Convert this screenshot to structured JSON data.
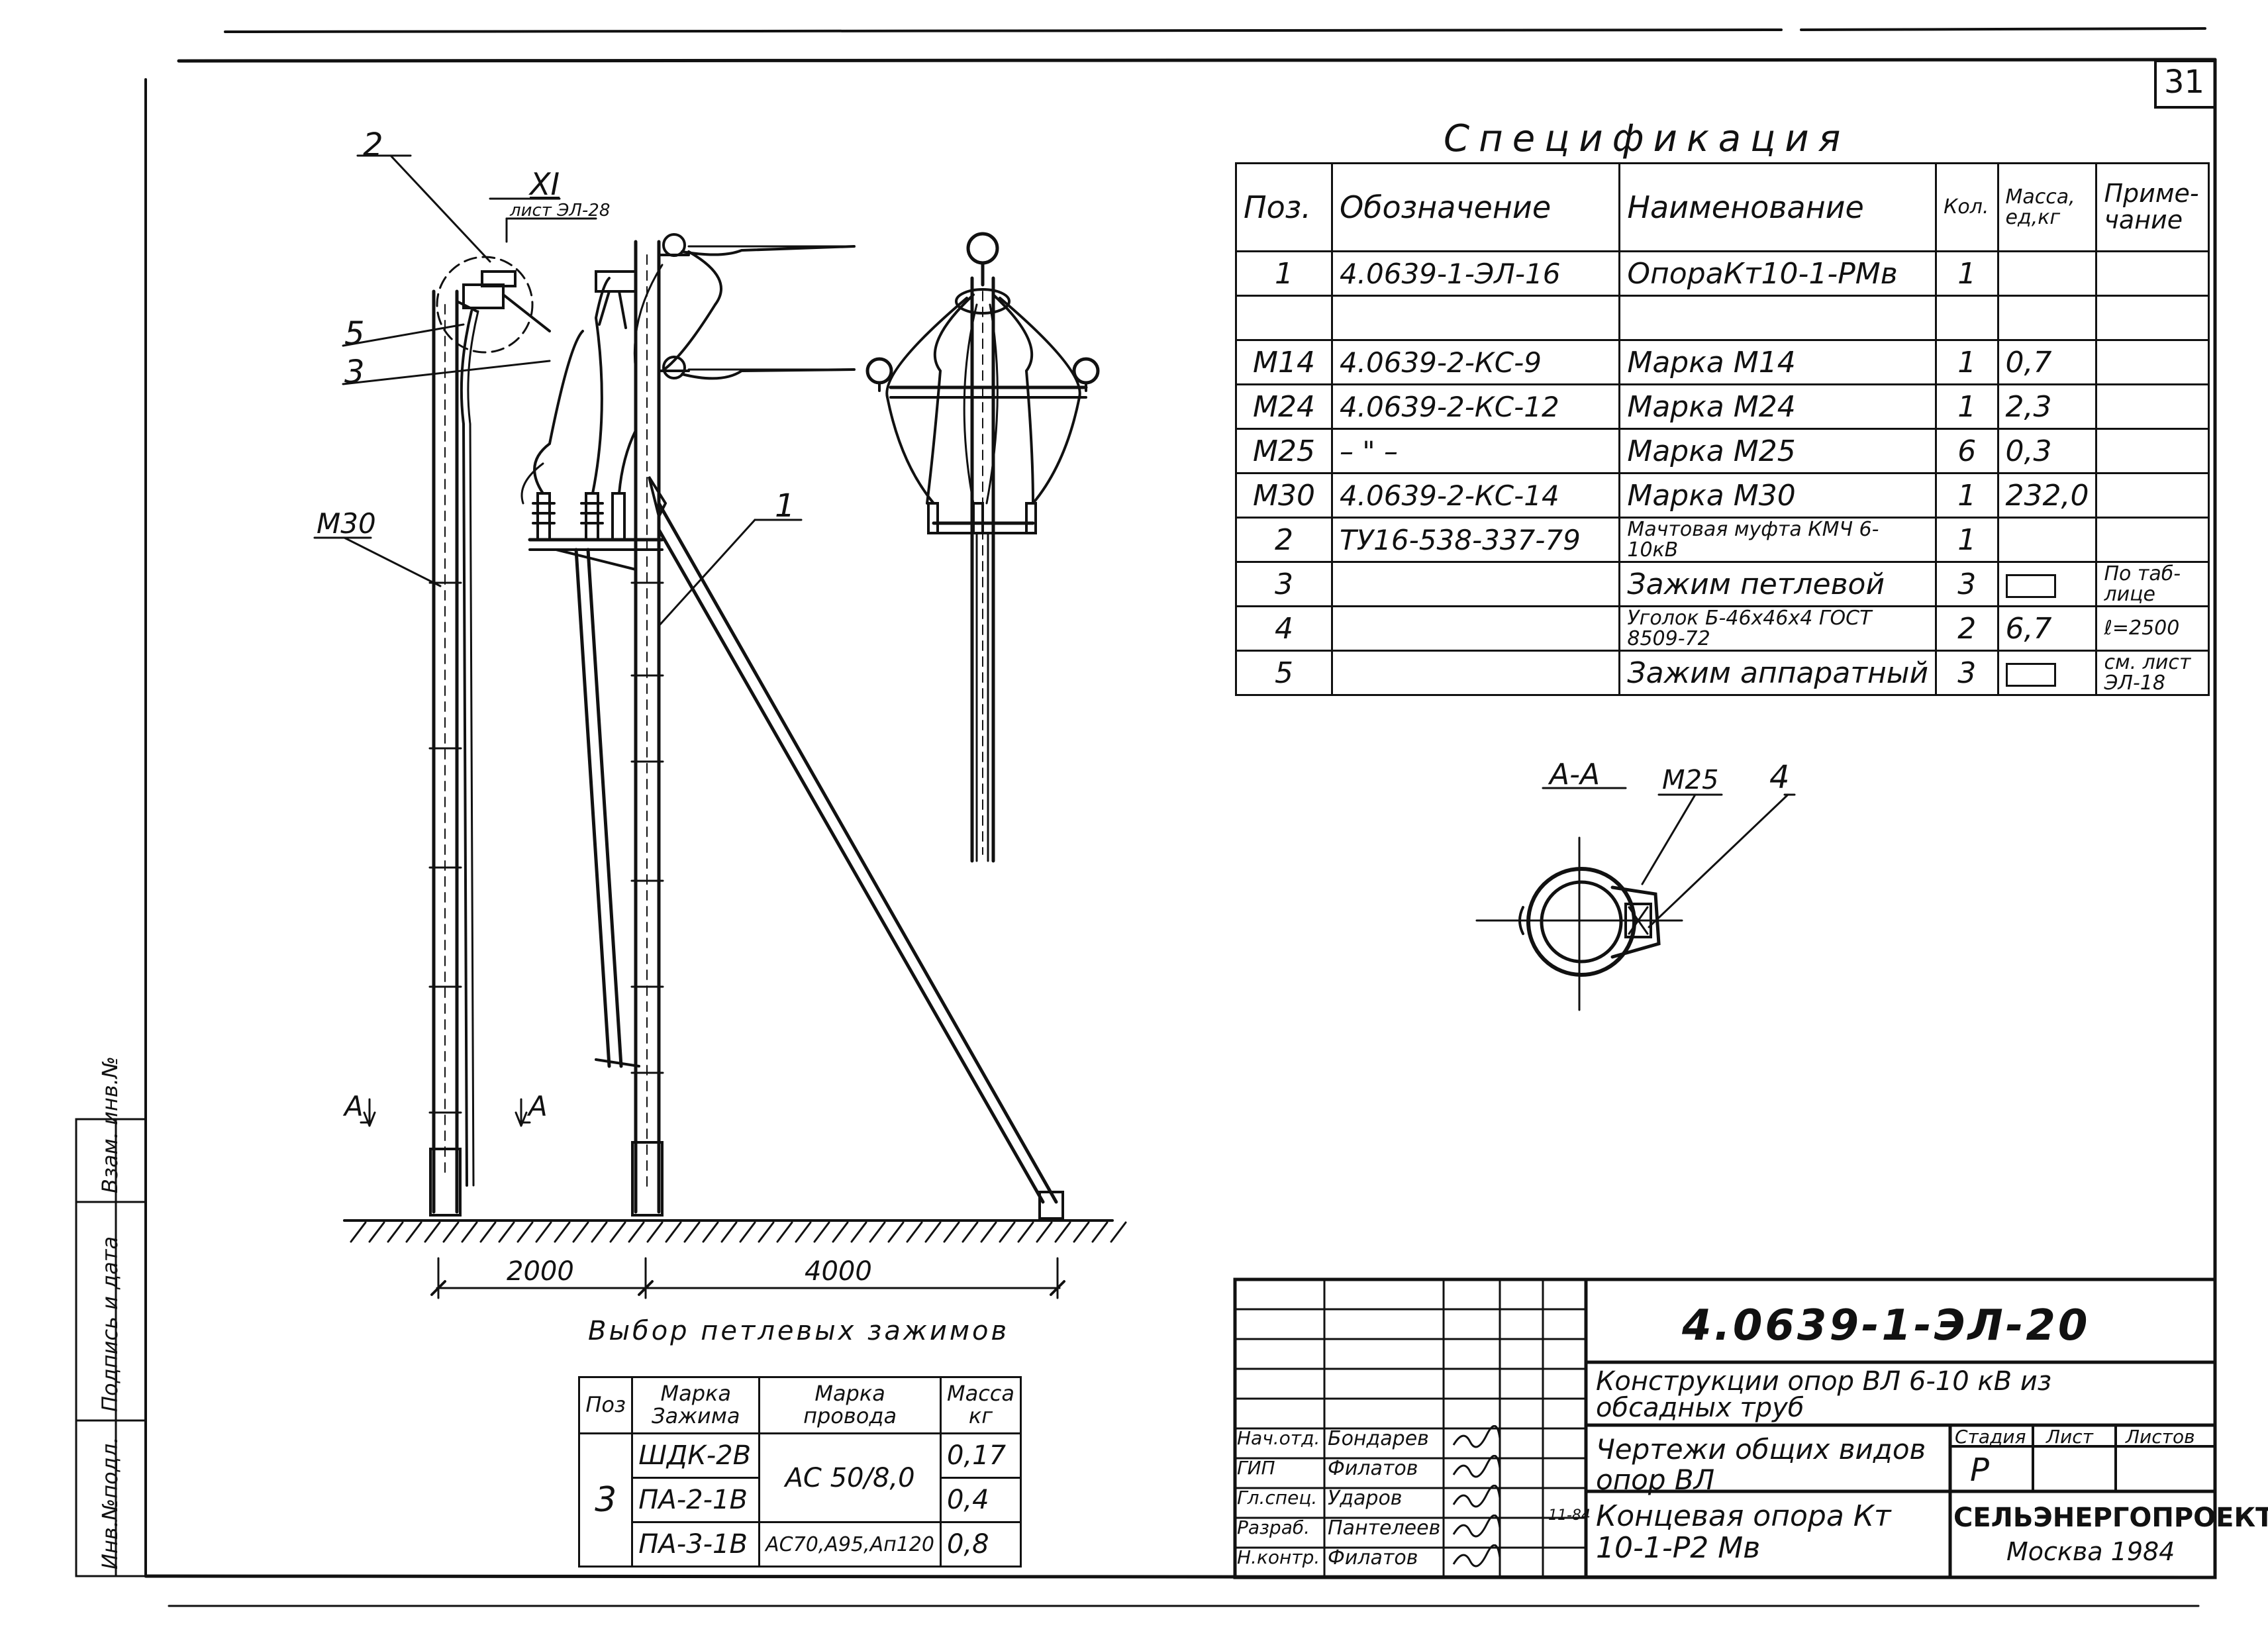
{
  "sheet": {
    "number": "31"
  },
  "spec": {
    "title": "Спецификация",
    "headers": [
      "Поз.",
      "Обозначение",
      "Наименование",
      "Кол.",
      "Масса, ед,кг",
      "Приме- чание"
    ],
    "rows": [
      [
        "1",
        "4.0639-1-ЭЛ-16",
        "ОпораКт10-1-РМв",
        "1",
        "",
        ""
      ],
      [
        "",
        "",
        "",
        "",
        "",
        ""
      ],
      [
        "М14",
        "4.0639-2-КС-9",
        "Марка М14",
        "1",
        "0,7",
        ""
      ],
      [
        "М24",
        "4.0639-2-КС-12",
        "Марка М24",
        "1",
        "2,3",
        ""
      ],
      [
        "М25",
        "– \" –",
        "Марка М25",
        "6",
        "0,3",
        ""
      ],
      [
        "М30",
        "4.0639-2-КС-14",
        "Марка М30",
        "1",
        "232,0",
        ""
      ],
      [
        "2",
        "ТУ16-538-337-79",
        "Мачтовая муфта КМЧ 6-10кВ",
        "1",
        "",
        ""
      ],
      [
        "3",
        "",
        "Зажим петлевой",
        "3",
        "",
        "По таб- лице"
      ],
      [
        "4",
        "",
        "Уголок Б-46х46х4 ГОСТ 8509-72",
        "2",
        "6,7",
        "ℓ=2500"
      ],
      [
        "5",
        "",
        "Зажим аппаратный",
        "3",
        "",
        "см. лист ЭЛ-18"
      ]
    ]
  },
  "drawing": {
    "labels": {
      "pos2": "2",
      "xi": "XI",
      "xi_ref": "лист ЭЛ-28",
      "pos5": "5",
      "pos3": "3",
      "m30": "М30",
      "pos1": "1",
      "a_left": "А",
      "a_right": "А",
      "dim_2000": "2000",
      "dim_4000": "4000"
    },
    "section": {
      "title": "А-А",
      "m25": "М25",
      "pos4": "4"
    }
  },
  "loops": {
    "title": "Выбор петлевых зажимов",
    "headers": [
      "Поз",
      "Марка Зажима",
      "Марка провода",
      "Масса кг"
    ],
    "pos": "3",
    "rows": [
      {
        "clamp": "ШДК-2В",
        "wire": "АС 50/8,0",
        "mass": "0,17"
      },
      {
        "clamp": "ПА-2-1В",
        "wire": "",
        "mass": "0,4"
      },
      {
        "clamp": "ПА-3-1В",
        "wire": "АС70,А95,Ап120",
        "mass": "0,8"
      }
    ]
  },
  "side_stamp": [
    "Инв.№подл.",
    "Подпись и дата",
    "Взам. инв.№"
  ],
  "title_block": {
    "code": "4.0639-1-ЭЛ-20",
    "project": "Конструкции опор ВЛ 6-10 кВ из обсадных труб",
    "section": "Чертежи общих видов опор ВЛ",
    "item": "Концевая опора Кт 10-1-Р2 Мв",
    "stage_label": "Стадия",
    "sheet_label": "Лист",
    "sheets_label": "Листов",
    "stage": "Р",
    "org": "СЕЛЬЭНЕРГОПРОЕКТ",
    "city_year": "Москва 1984",
    "date": "11-84",
    "people": [
      {
        "role": "Нач.отд.",
        "name": "Бондарев"
      },
      {
        "role": "ГИП",
        "name": "Филатов"
      },
      {
        "role": "Гл.спец.",
        "name": "Ударов"
      },
      {
        "role": "Разраб.",
        "name": "Пантелеев"
      },
      {
        "role": "Н.контр.",
        "name": "Филатов"
      }
    ]
  }
}
